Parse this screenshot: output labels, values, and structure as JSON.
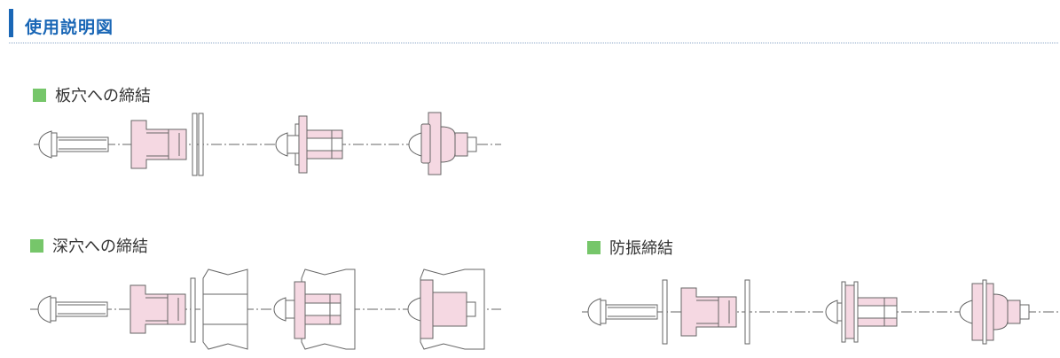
{
  "header": {
    "title": "使用説明図"
  },
  "sections": {
    "thin_plate": {
      "label": "板穴への締結"
    },
    "deep_hole": {
      "label": "深穴への締結"
    },
    "anti_vibration": {
      "label": "防振締結"
    }
  },
  "colors": {
    "accent": "#1a67b6",
    "swatch": "#76c66a",
    "part_fill": "#f5d8e2",
    "outline": "#666666"
  }
}
